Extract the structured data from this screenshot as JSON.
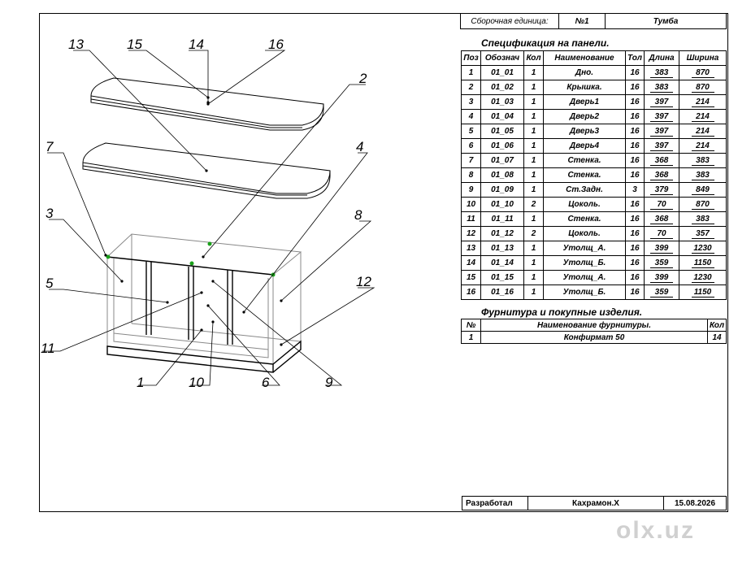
{
  "header": {
    "label": "Сборочная единица:",
    "number": "№1",
    "name": "Тумба"
  },
  "spec": {
    "title": "Спецификация на панели.",
    "columns": [
      "Поз",
      "Обознач",
      "Кол",
      "Наименование",
      "Тол",
      "Длина",
      "Ширина"
    ],
    "rows": [
      [
        "1",
        "01_01",
        "1",
        "Дно.",
        "16",
        "383",
        "870"
      ],
      [
        "2",
        "01_02",
        "1",
        "Крышка.",
        "16",
        "383",
        "870"
      ],
      [
        "3",
        "01_03",
        "1",
        "Дверь1",
        "16",
        "397",
        "214"
      ],
      [
        "4",
        "01_04",
        "1",
        "Дверь2",
        "16",
        "397",
        "214"
      ],
      [
        "5",
        "01_05",
        "1",
        "Дверь3",
        "16",
        "397",
        "214"
      ],
      [
        "6",
        "01_06",
        "1",
        "Дверь4",
        "16",
        "397",
        "214"
      ],
      [
        "7",
        "01_07",
        "1",
        "Стенка.",
        "16",
        "368",
        "383"
      ],
      [
        "8",
        "01_08",
        "1",
        "Стенка.",
        "16",
        "368",
        "383"
      ],
      [
        "9",
        "01_09",
        "1",
        "Ст.Задн.",
        "3",
        "379",
        "849"
      ],
      [
        "10",
        "01_10",
        "2",
        "Цоколь.",
        "16",
        "70",
        "870"
      ],
      [
        "11",
        "01_11",
        "1",
        "Стенка.",
        "16",
        "368",
        "383"
      ],
      [
        "12",
        "01_12",
        "2",
        "Цоколь.",
        "16",
        "70",
        "357"
      ],
      [
        "13",
        "01_13",
        "1",
        "Утолщ_А.",
        "16",
        "399",
        "1230"
      ],
      [
        "14",
        "01_14",
        "1",
        "Утолщ_Б.",
        "16",
        "359",
        "1150"
      ],
      [
        "15",
        "01_15",
        "1",
        "Утолщ_А.",
        "16",
        "399",
        "1230"
      ],
      [
        "16",
        "01_16",
        "1",
        "Утолщ_Б.",
        "16",
        "359",
        "1150"
      ]
    ]
  },
  "hardware": {
    "title": "Фурнитура и покупные изделия.",
    "columns": [
      "№",
      "Наименование фурнитуры.",
      "Кол"
    ],
    "rows": [
      [
        "1",
        "Конфирмат 50",
        "14"
      ]
    ]
  },
  "footer": {
    "label": "Разработал",
    "author": "Кахрамон.Х",
    "date": "15.08.2026"
  },
  "callouts": [
    "13",
    "15",
    "14",
    "16",
    "2",
    "7",
    "4",
    "3",
    "8",
    "5",
    "12",
    "11",
    "1",
    "10",
    "6",
    "9"
  ],
  "watermark": "olx.uz"
}
